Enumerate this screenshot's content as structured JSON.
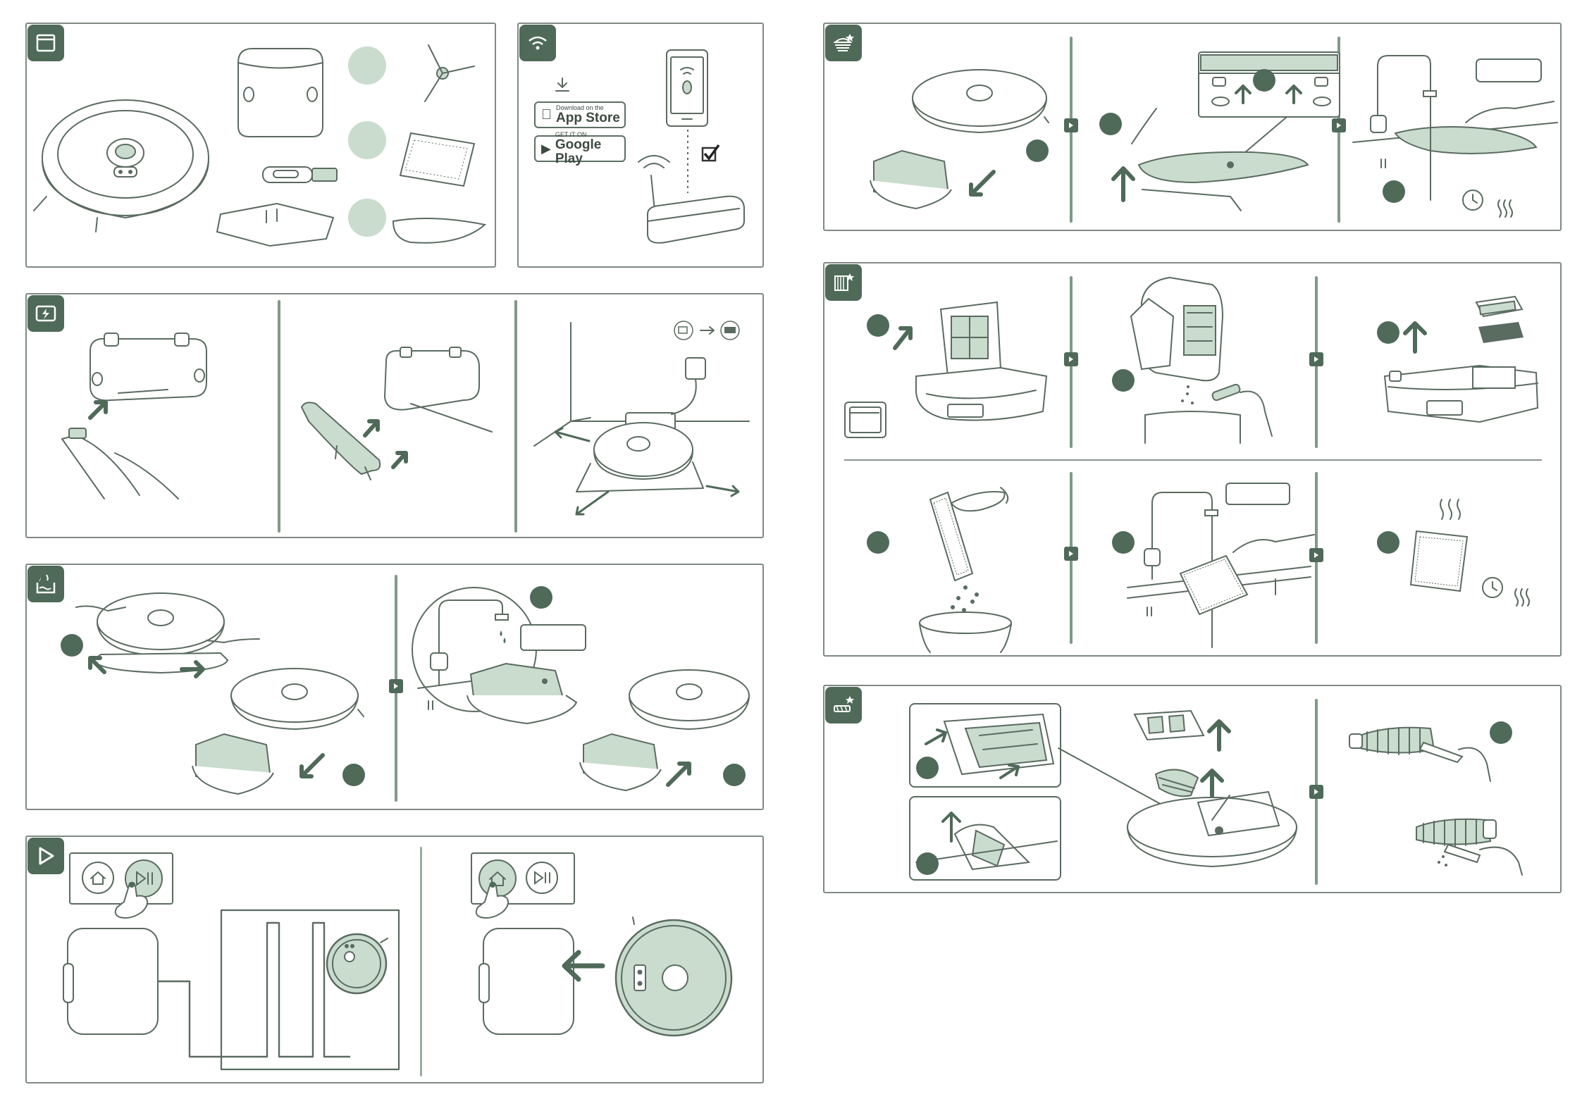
{
  "stores": {
    "apple": {
      "small": "Download on the",
      "large": "App Store"
    },
    "google": {
      "small": "GET IT ON",
      "large": "Google Play"
    }
  },
  "icons": {
    "box": "box-icon",
    "wifi": "wifi-icon",
    "charge": "battery-charge-icon",
    "water": "water-tank-icon",
    "play": "play-icon",
    "mop": "mop-clean-icon",
    "filter": "filter-clean-icon",
    "brush": "brush-clean-icon",
    "home_button": "home-button-icon",
    "play_pause_button": "play-pause-button-icon"
  },
  "colors": {
    "accent": "#4f6a58",
    "fill": "#c9dccd",
    "border": "#7f8a83"
  }
}
